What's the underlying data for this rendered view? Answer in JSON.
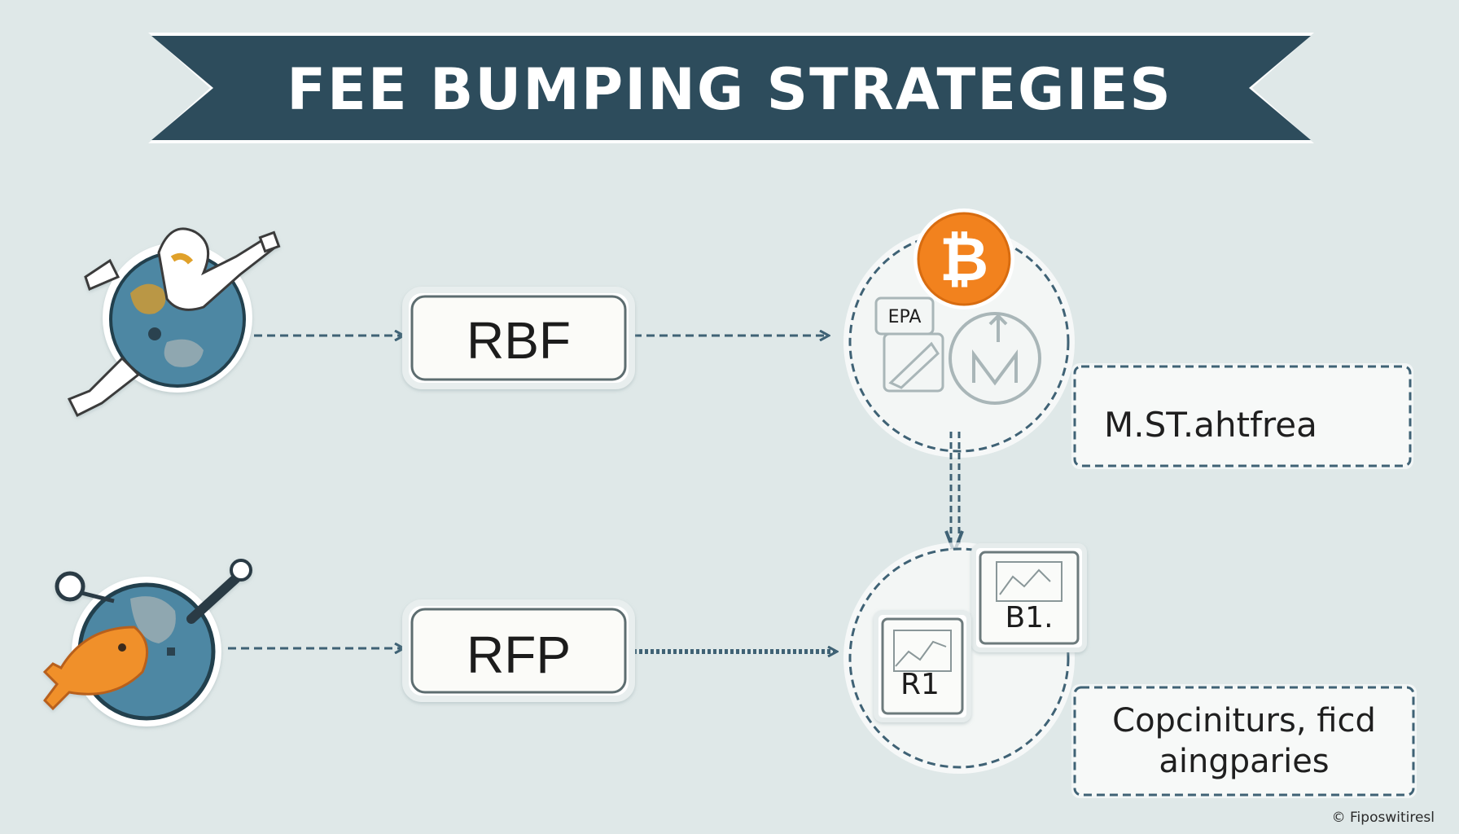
{
  "title": "FEE BUMPING STRATEGIES",
  "rows": [
    {
      "label": "RBF",
      "note_lines": [
        "M.ST.ahtfrea"
      ],
      "inner_labels": [
        "EPA"
      ]
    },
    {
      "label": "RFP",
      "note_lines": [
        "Copciniturs, ficd",
        "aingparies"
      ],
      "inner_labels": [
        "B1.",
        "R1"
      ]
    }
  ],
  "icons": {
    "top_left": "astronaut-globe-icon",
    "bottom_left": "globe-fish-icon",
    "coin": "bitcoin-coin-icon",
    "coin_glyph": "₿"
  },
  "watermark": "© Fiposwitiresl",
  "colors": {
    "banner": "#2d4c5c",
    "background": "#dfe8e8",
    "arrow": "#3f6275",
    "coin": "#f2821e"
  }
}
